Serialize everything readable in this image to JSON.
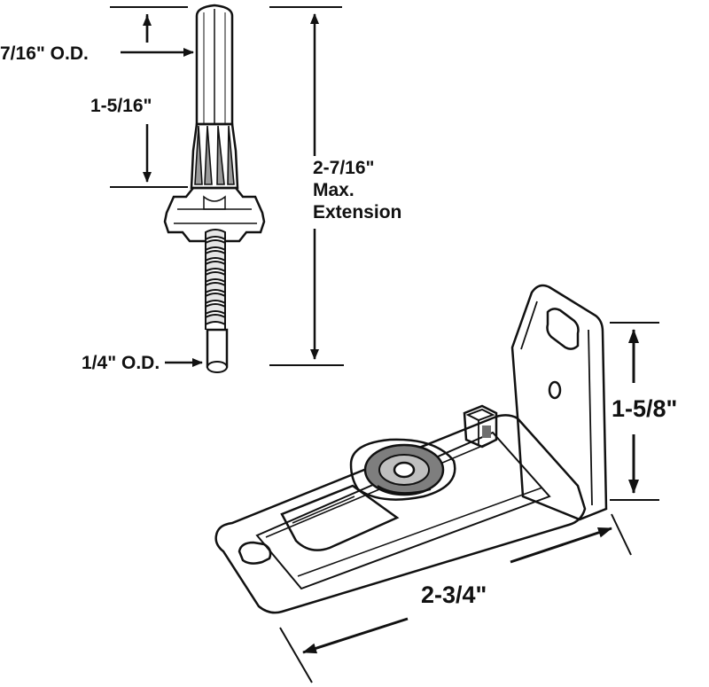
{
  "labels": {
    "pin_od": "7/16\" O.D.",
    "pin_length": "1-5/16\"",
    "max_ext_1": "2-7/16\"",
    "max_ext_2": "Max.",
    "max_ext_3": "Extension",
    "stud_od": "1/4\" O.D.",
    "bracket_height": "1-5/8\"",
    "bracket_length": "2-3/4\""
  },
  "colors": {
    "line": "#111111",
    "metal_light": "#f2f2f2",
    "metal_mid": "#cfcfcf",
    "metal_dark": "#8a8a8a"
  }
}
